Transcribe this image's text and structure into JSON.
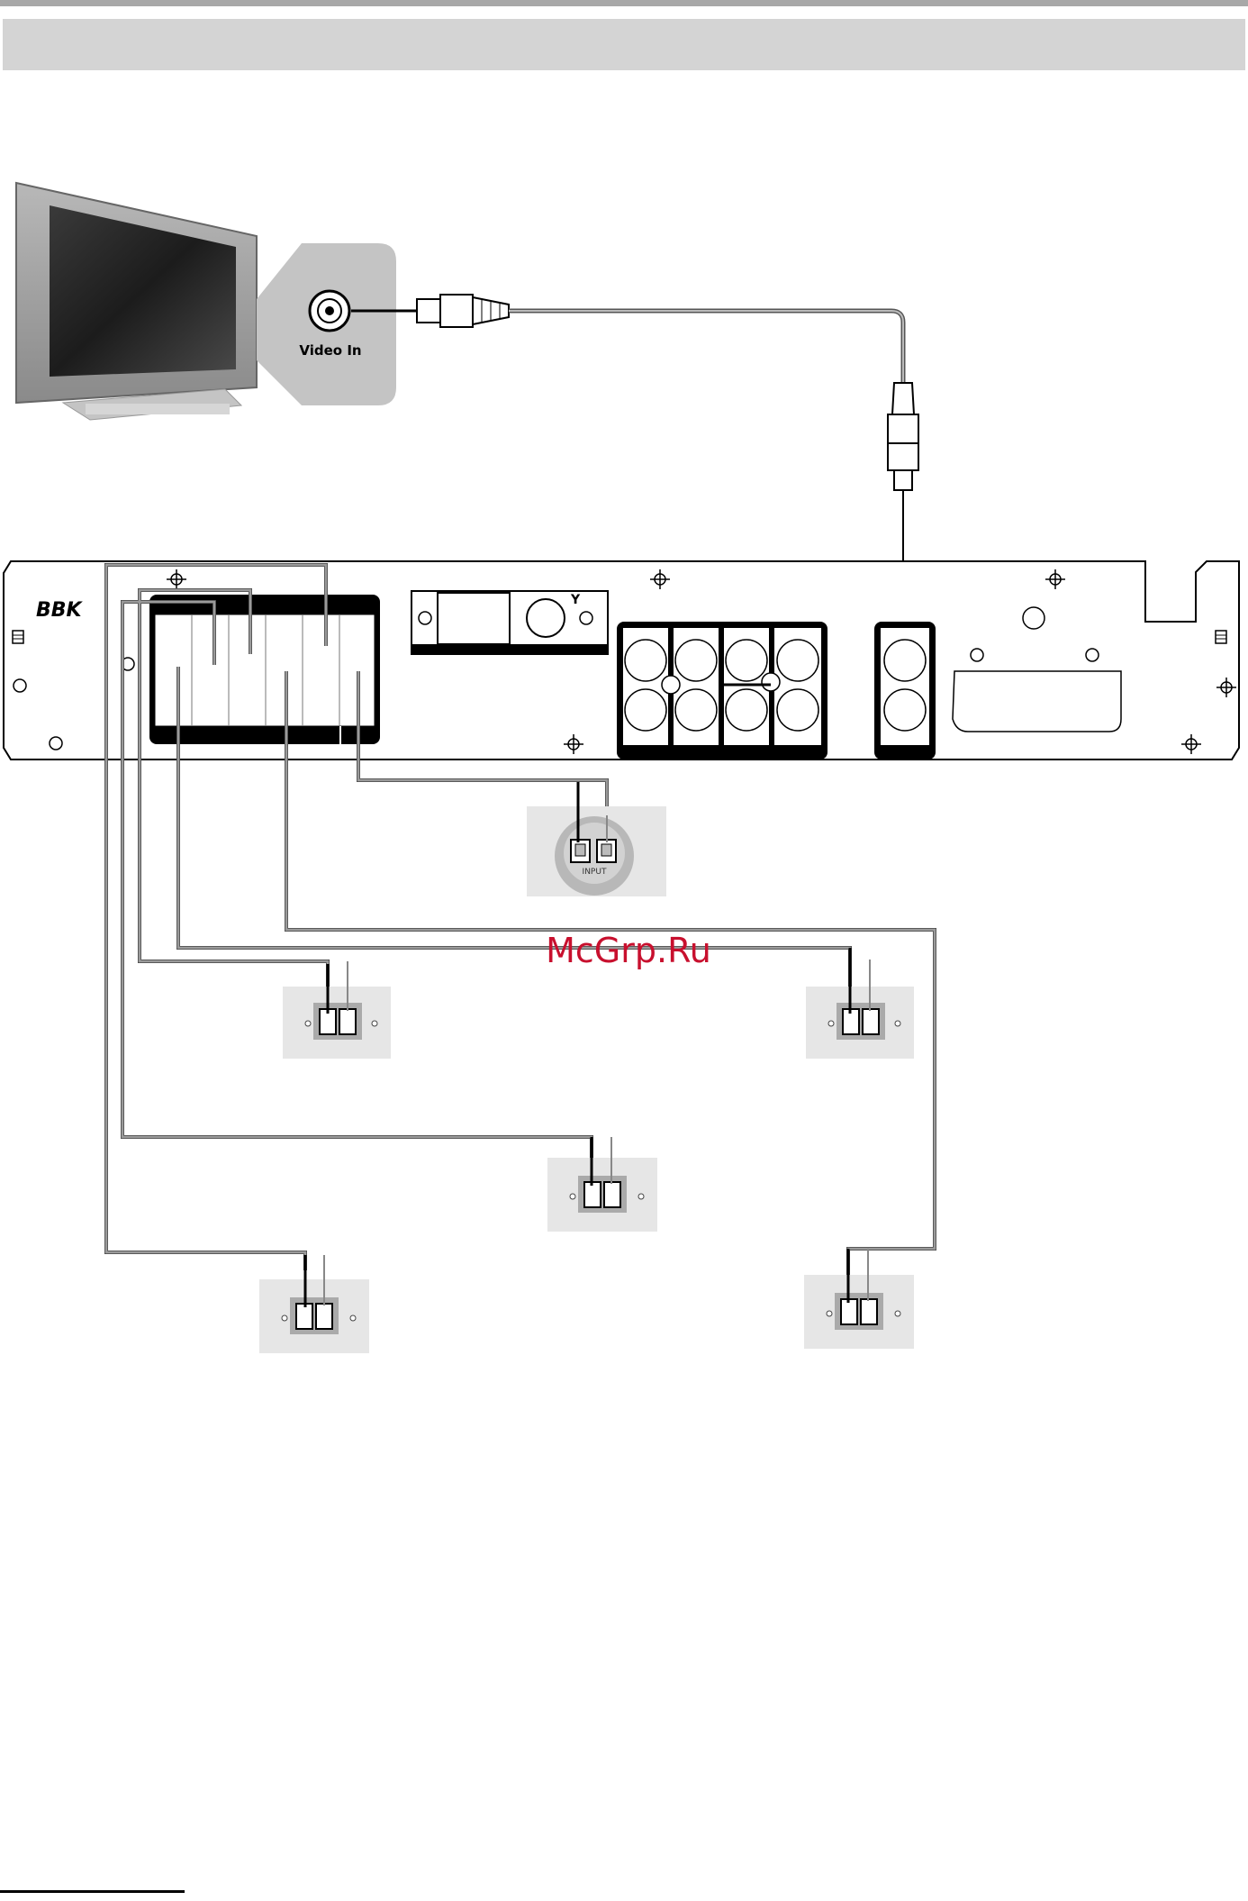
{
  "tv_panel": {
    "connector_label": "Video In"
  },
  "player": {
    "brand_logo": "BBK"
  },
  "speakers": {
    "center_terminal_label": "INPUT"
  },
  "watermark": {
    "text": "McGrp.Ru",
    "color": "#c8102e"
  },
  "colors": {
    "cable_gray": "#9a9a9a",
    "cable_dark": "#222222",
    "panel_fill": "#ffffff",
    "speaker_bg": "#e6e6e6"
  }
}
